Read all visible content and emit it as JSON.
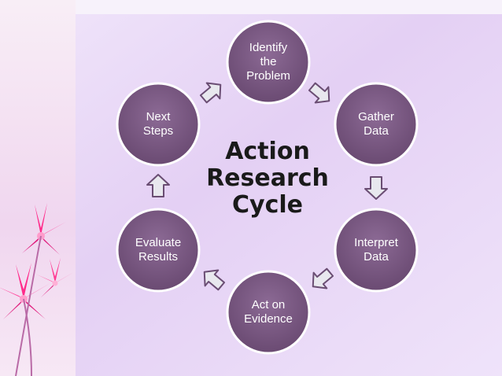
{
  "diagram": {
    "title": "Action\nResearch\nCycle",
    "steps": [
      {
        "label": "Identify\nthe\nProblem"
      },
      {
        "label": "Gather\nData"
      },
      {
        "label": "Interpret\nData"
      },
      {
        "label": "Act on\nEvidence"
      },
      {
        "label": "Evaluate\nResults"
      },
      {
        "label": "Next\nSteps"
      }
    ]
  },
  "colors": {
    "background": "#e6d4f5",
    "circle_fill": "#7d5a86",
    "circle_stroke": "#ffffff",
    "arrow_fill": "#e8e8ee",
    "arrow_stroke": "#6a4d73",
    "left_strip": "#f3ddf1",
    "flower": "#ff2a8a"
  }
}
